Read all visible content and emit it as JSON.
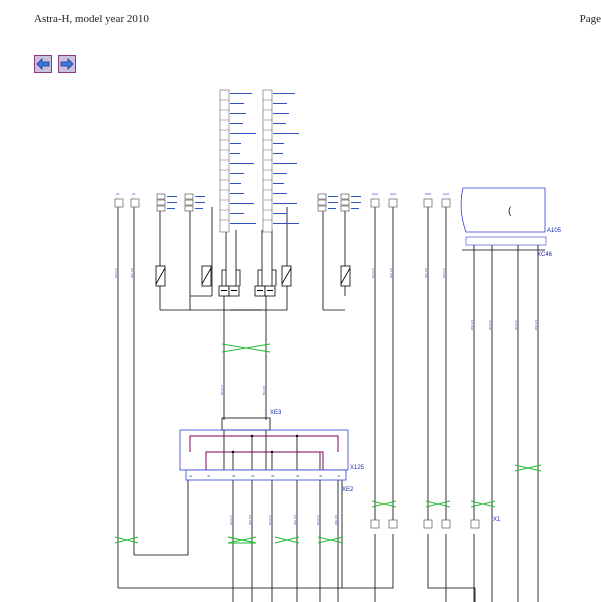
{
  "header": {
    "title": "Astra-H, model year 2010",
    "page_label": "Page"
  },
  "nav": {
    "back_icon": "arrow-left-icon",
    "forward_icon": "arrow-right-icon"
  },
  "colors": {
    "wire": "#000000",
    "label": "#3050c0",
    "connector_border": "#3040d0",
    "connector_inner": "#800060",
    "cross_marker": "#22bb33",
    "nav_fill": "#c9c0dc",
    "nav_border": "#8a3a7a"
  },
  "diagram": {
    "component_labels": {
      "a105": "A105",
      "xc46": "XC46",
      "xe3": "XE3",
      "x125": "X125",
      "xe2": "XE2",
      "x1": "X1"
    },
    "top_connectors": {
      "left_pair": [
        "2F",
        "2F"
      ],
      "right_pair": [
        "SAO",
        "SAO"
      ],
      "far_pair": [
        "SAO",
        "SAO"
      ]
    },
    "wire_labels": {
      "gn_1": "GN 0.5",
      "wh_1": "WH 0.5",
      "gn_2": "GN 0.5",
      "wh_2": "WH 0.5",
      "wh_3": "WH 0.5",
      "gn_3": "GN 0.5",
      "gn_4": "GN 0.5",
      "wh_4": "WH 0.5",
      "gn_mid": "GN 0.5",
      "bu_mid": "BU 0.5",
      "bot_gn_1": "GN 0.5",
      "bot_wh_1": "WH 0.5",
      "bot_gn_2": "GN 0.5",
      "bot_wh_2": "WH 0.5"
    },
    "x125_pins": [
      "40",
      "40",
      "38",
      "43",
      "38",
      "48",
      "45",
      "47"
    ]
  }
}
